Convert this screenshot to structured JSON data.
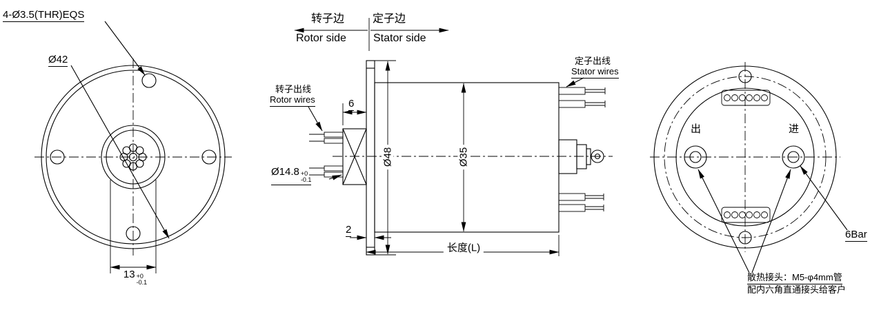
{
  "drawing": {
    "left_view": {
      "holes_note": "4-Ø3.5(THR)EQS",
      "bolt_circle": "Ø42",
      "width_dim": "13",
      "width_tol_plus": "+0",
      "width_tol_minus": "-0.1"
    },
    "middle_view": {
      "rotor_side_cn": "转子边",
      "stator_side_cn": "定子边",
      "rotor_side_en": "Rotor side",
      "stator_side_en": "Stator side",
      "rotor_wires_cn": "转子出线",
      "rotor_wires_en": "Rotor wires",
      "stator_wires_cn": "定子出线",
      "stator_wires_en": "Stator wires",
      "offset_dim": "6",
      "bore_dim": "Ø14.8",
      "bore_tol_plus": "+0",
      "bore_tol_minus": "-0.1",
      "flange_dia": "Ø48",
      "body_dia": "Ø35",
      "flange_thickness": "2",
      "length_dim": "长度(L)"
    },
    "right_view": {
      "port_out": "出",
      "port_in": "进",
      "pressure": "6Bar",
      "cooling_note_line1": "散热接头：M5-φ4mm管",
      "cooling_note_line2": "配内六角直通接头给客户"
    },
    "colors": {
      "line": "#000000",
      "background": "#ffffff"
    }
  }
}
